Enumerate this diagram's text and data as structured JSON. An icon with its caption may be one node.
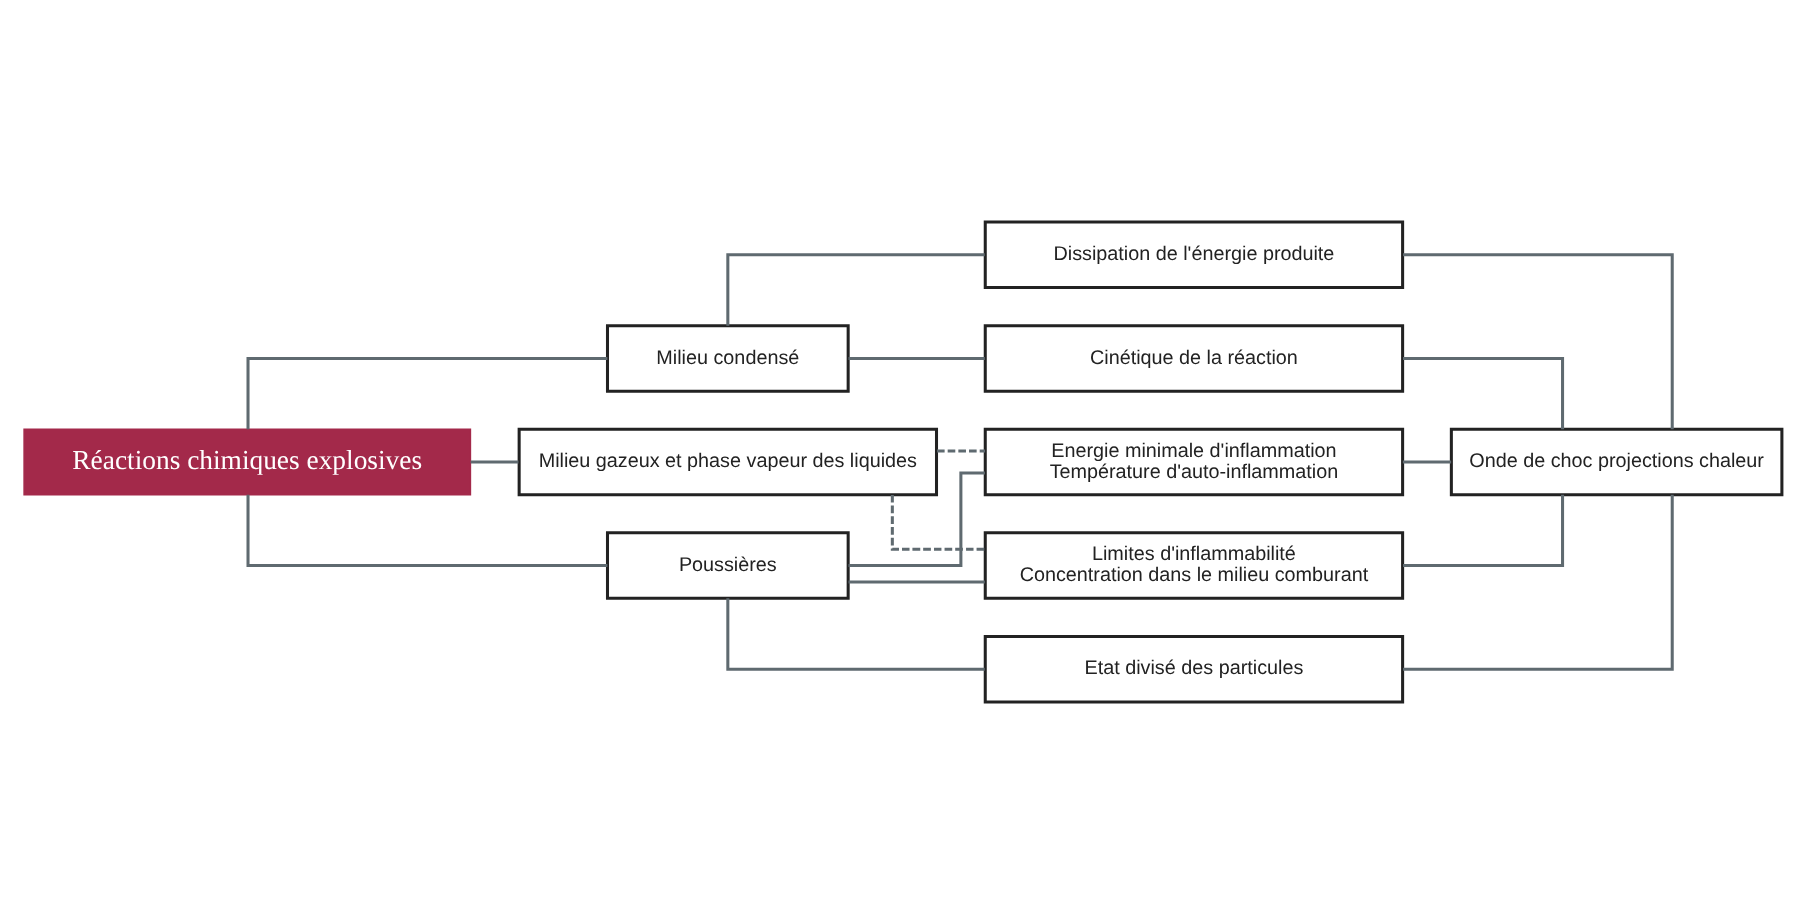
{
  "diagram": {
    "nodes": [
      {
        "text": [
          "Réactions chimiques explosives"
        ]
      },
      {
        "text": [
          "Milieu condensé"
        ]
      },
      {
        "text": [
          "Milieu gazeux et phase vapeur des liquides"
        ]
      },
      {
        "text": [
          "Poussières"
        ]
      },
      {
        "text": [
          "Cinétique de la réaction"
        ]
      },
      {
        "text": [
          "Dissipation de l'énergie produite"
        ]
      },
      {
        "text": [
          "Limites d'inflammabilité",
          "Concentration dans le milieu comburant"
        ]
      },
      {
        "text": [
          "Energie minimale d'inflammation",
          "Température d'auto-inflammation"
        ]
      },
      {
        "text": [
          "Etat divisé des particules"
        ]
      },
      {
        "text": [
          "Onde de choc projections chaleur"
        ]
      }
    ],
    "edges": [
      {
        "from": 0,
        "to": 1,
        "arrow": "none"
      },
      {
        "from": 0,
        "to": 2,
        "arrow": "none"
      },
      {
        "from": 0,
        "to": 3,
        "arrow": "none"
      },
      {
        "from": 1,
        "to": 4,
        "arrow": "none"
      },
      {
        "from": 1,
        "to": 5,
        "arrow": "none"
      },
      {
        "from": 2,
        "to": 6,
        "arrow": "none",
        "style": "dashed"
      },
      {
        "from": 2,
        "to": 7,
        "arrow": "none",
        "style": "dashed"
      },
      {
        "from": 3,
        "to": 6,
        "arrow": "none"
      },
      {
        "from": 3,
        "to": 7,
        "arrow": "none"
      },
      {
        "from": 3,
        "to": 8,
        "arrow": "none"
      },
      {
        "from": 4,
        "to": 9,
        "arrow": "none"
      },
      {
        "from": 5,
        "to": 9,
        "arrow": "none"
      },
      {
        "from": 6,
        "to": 9,
        "arrow": "none"
      },
      {
        "from": 7,
        "to": 9,
        "arrow": "none"
      },
      {
        "from": 8,
        "to": 9,
        "arrow": "none"
      }
    ]
  }
}
